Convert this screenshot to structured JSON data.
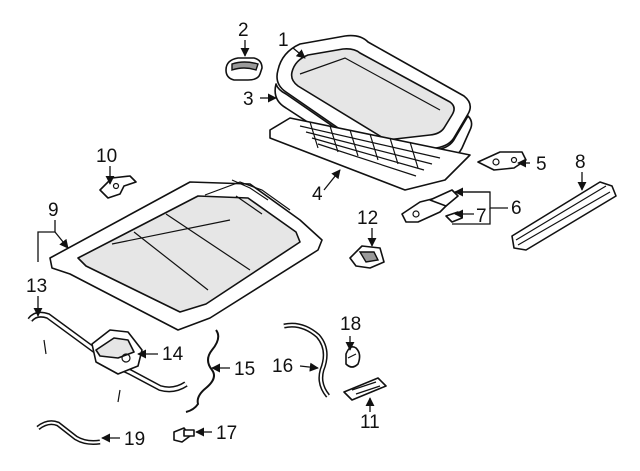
{
  "callouts": [
    {
      "id": "c1",
      "text": "1"
    },
    {
      "id": "c2",
      "text": "2"
    },
    {
      "id": "c3",
      "text": "3"
    },
    {
      "id": "c4",
      "text": "4"
    },
    {
      "id": "c5",
      "text": "5"
    },
    {
      "id": "c6",
      "text": "6"
    },
    {
      "id": "c7",
      "text": "7"
    },
    {
      "id": "c8",
      "text": "8"
    },
    {
      "id": "c9",
      "text": "9"
    },
    {
      "id": "c10",
      "text": "10"
    },
    {
      "id": "c11",
      "text": "11"
    },
    {
      "id": "c12",
      "text": "12"
    },
    {
      "id": "c13",
      "text": "13"
    },
    {
      "id": "c14",
      "text": "14"
    },
    {
      "id": "c15",
      "text": "15"
    },
    {
      "id": "c16",
      "text": "16"
    },
    {
      "id": "c17",
      "text": "17"
    },
    {
      "id": "c18",
      "text": "18"
    },
    {
      "id": "c19",
      "text": "19"
    }
  ]
}
